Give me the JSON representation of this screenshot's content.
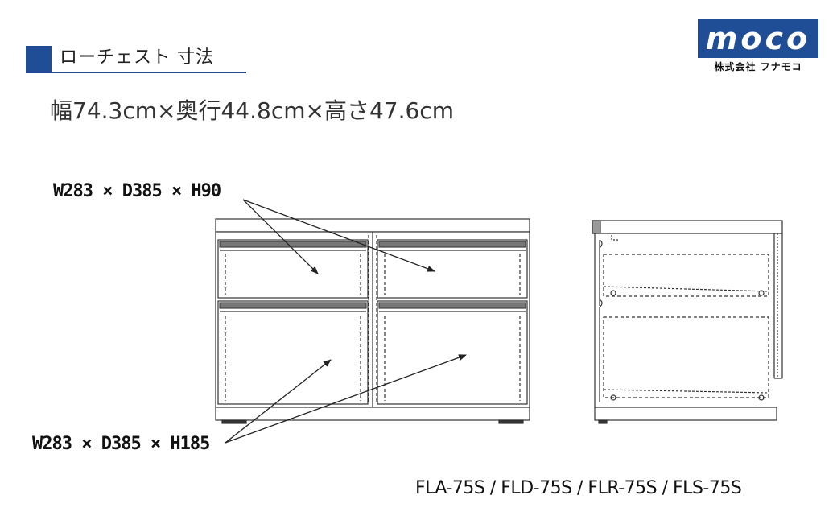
{
  "title": "ローチェスト 寸法",
  "dimensions_text": "幅74.3cm×奥行44.8cm×高さ47.6cm",
  "logo": {
    "word": "moco",
    "company": "株式会社 フナモコ",
    "color": "#1f4e96"
  },
  "drawer_labels": {
    "top": "W283 × D385 × H90",
    "bottom": "W283 × D385 × H185"
  },
  "models": "FLA-75S / FLD-75S / FLR-75S / FLS-75S",
  "colors": {
    "accent": "#1f4e96",
    "line": "#333333"
  }
}
